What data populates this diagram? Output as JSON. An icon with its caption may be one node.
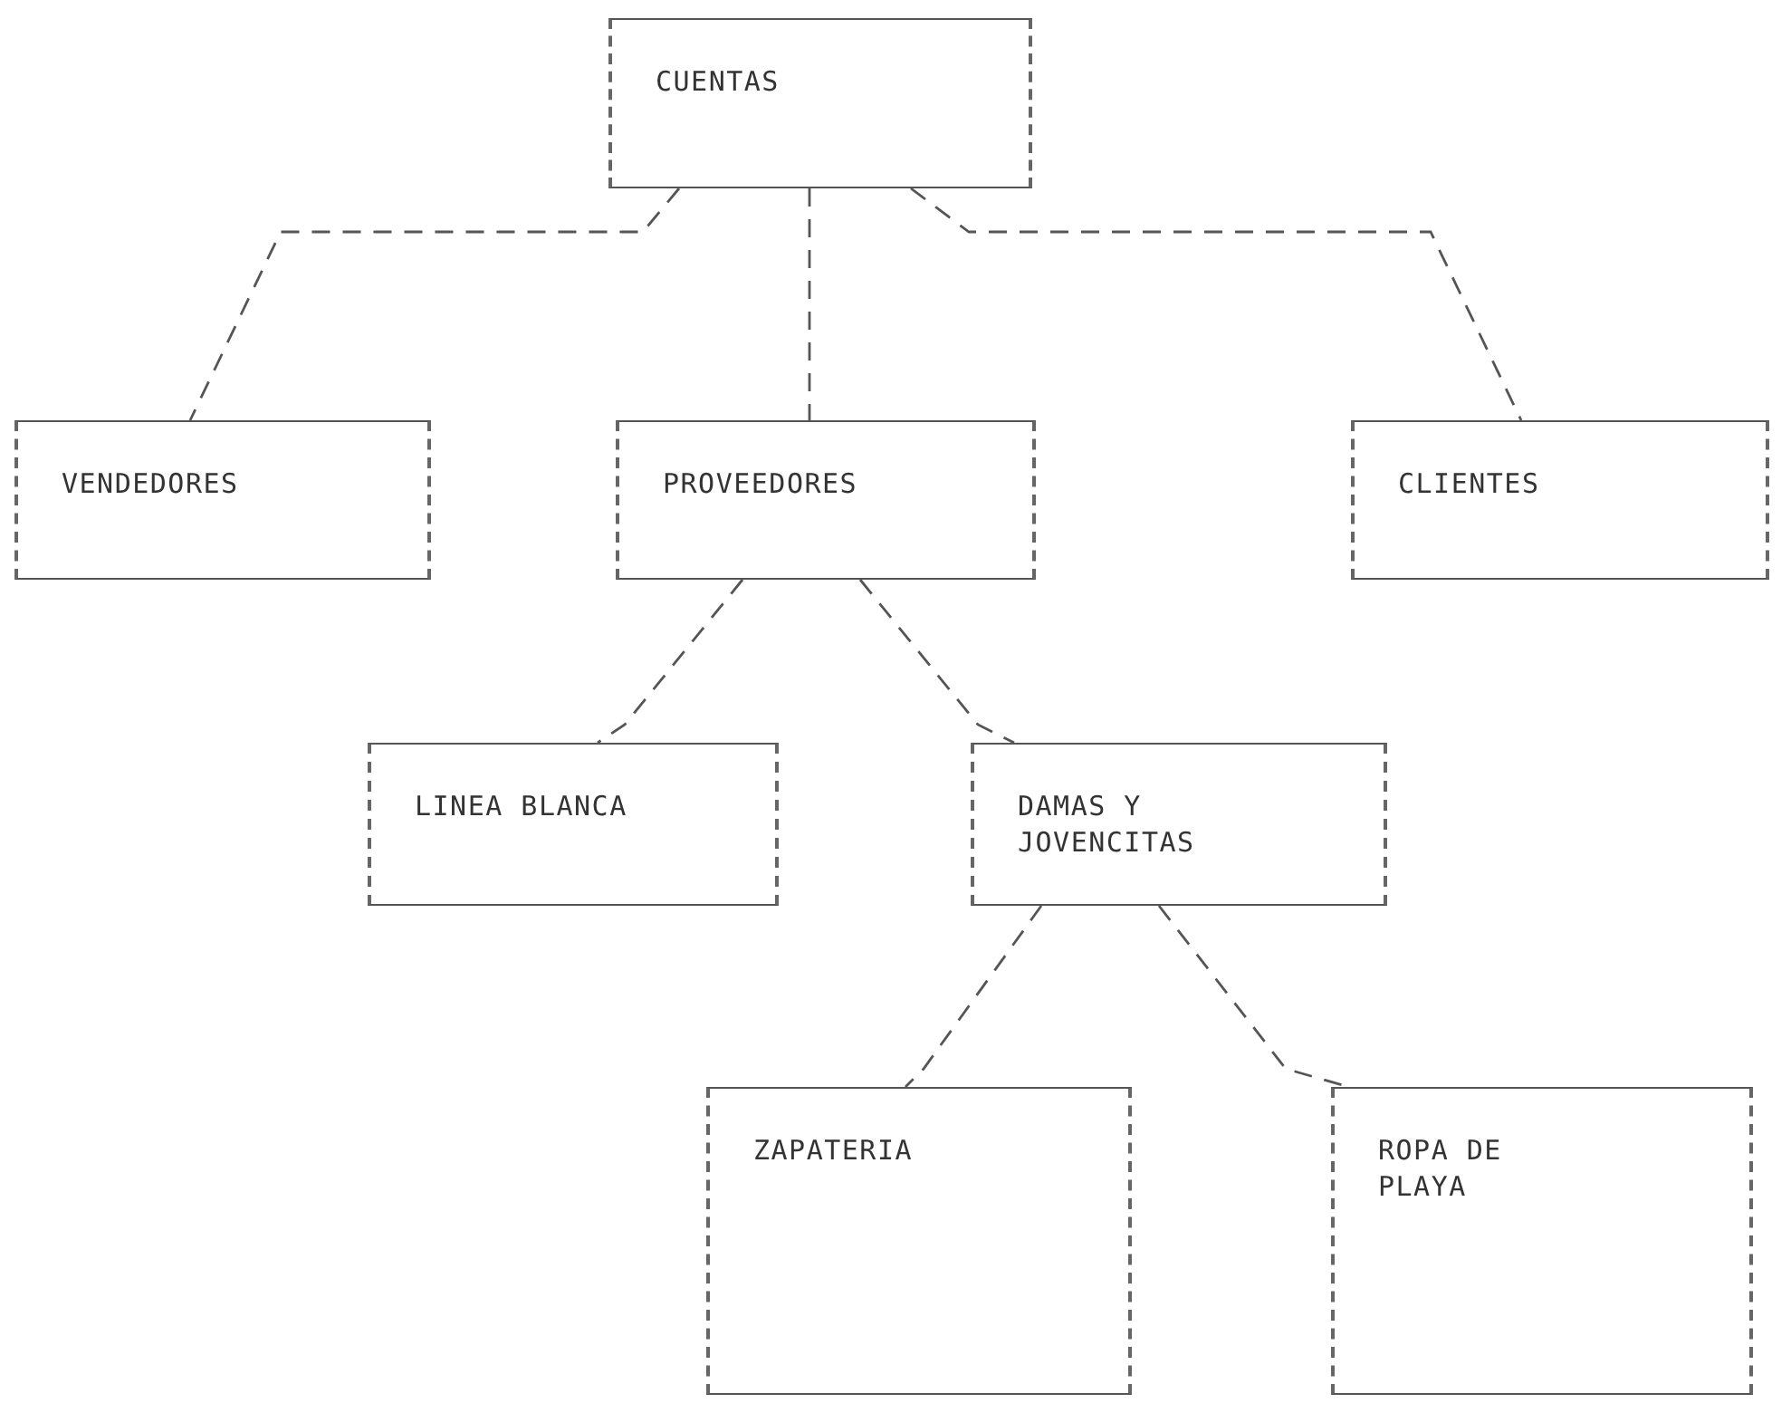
{
  "diagram": {
    "nodes": [
      {
        "text": [
          "CUENTAS"
        ]
      },
      {
        "text": [
          "VENDEDORES"
        ]
      },
      {
        "text": [
          "PROVEEDORES"
        ]
      },
      {
        "text": [
          "CLIENTES"
        ]
      },
      {
        "text": [
          "LINEA BLANCA"
        ]
      },
      {
        "text": [
          "DAMAS Y JOVENCITAS"
        ]
      },
      {
        "text": [
          "ZAPATERIA"
        ]
      },
      {
        "text": [
          "ROPA DE PLAYA"
        ]
      }
    ],
    "edges": [
      {
        "from": 0,
        "to": 1,
        "arrow": "none",
        "style": "dashed"
      },
      {
        "from": 0,
        "to": 2,
        "arrow": "none",
        "style": "dashed"
      },
      {
        "from": 0,
        "to": 3,
        "arrow": "none",
        "style": "dashed"
      },
      {
        "from": 2,
        "to": 4,
        "arrow": "none",
        "style": "dashed"
      },
      {
        "from": 2,
        "to": 5,
        "arrow": "none",
        "style": "dashed"
      },
      {
        "from": 5,
        "to": 6,
        "arrow": "none",
        "style": "dashed"
      },
      {
        "from": 5,
        "to": 7,
        "arrow": "none",
        "style": "dashed"
      }
    ]
  }
}
